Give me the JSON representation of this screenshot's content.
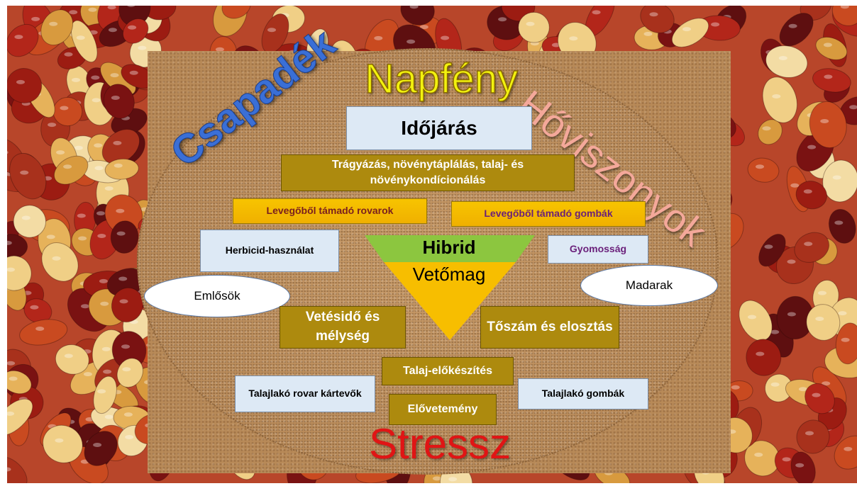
{
  "colors": {
    "brown_box": "#ad8a0e",
    "gold_box": "#f2b600",
    "light_box": "#dde9f5",
    "triangle_top": "#8cc63f",
    "triangle_bottom": "#f7be00",
    "napfeny": "#f2f20f",
    "csapadek": "#3a6fd6",
    "hoviszonyok": "#f4a89a",
    "stressz": "#e01515"
  },
  "title": {
    "top": "Napfény",
    "left": "Csapadék",
    "right": "Hőviszonyok",
    "bottom": "Stressz"
  },
  "center": {
    "top": "Hibrid",
    "bottom": "Vetőmag"
  },
  "boxes": {
    "idojaras": "Időjárás",
    "tragyazas": "Trágyázás, növénytáplálás, talaj-  és növénykondícionálás",
    "rovarok": "Levegőből támadó rovarok",
    "gombak": "Levegőből támadó gombák",
    "herbicid": "Herbicid-használat",
    "gyomossag": "Gyomosság",
    "emlosok": "Emlősök",
    "madarak": "Madarak",
    "vetesido": "Vetésidő és mélység",
    "toszam": "Tőszám és elosztás",
    "talajelokeszites": "Talaj-előkészítés",
    "talajlako_rovar": "Talajlakó rovar kártevők",
    "talajlako_gomba": "Talajlakó gombák",
    "elovetemeny": "Elővetemény"
  }
}
